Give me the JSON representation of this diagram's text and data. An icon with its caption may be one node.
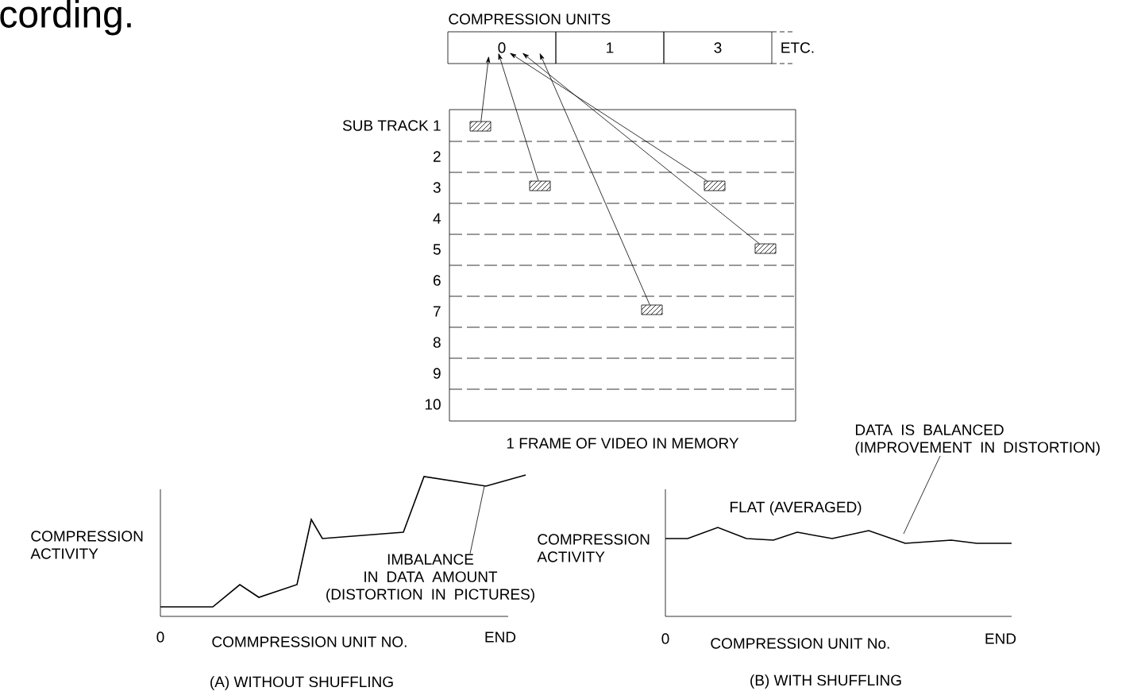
{
  "diagram": {
    "nodes": [
      {
        "text": [
          "0"
        ]
      },
      {
        "text": [
          "1"
        ]
      },
      {
        "text": [
          "3"
        ],
        "beside": [
          "ETC."
        ]
      },
      {
        "text": [],
        "shape": "box",
        "beside": [
          "1 FRAME OF VIDEO IN MEMORY"
        ]
      },
      {
        "text": [],
        "shape": "box",
        "in": 3
      },
      {
        "text": [],
        "shape": "box",
        "in": 3
      },
      {
        "text": [],
        "shape": "box",
        "in": 3
      },
      {
        "text": [],
        "shape": "box",
        "in": 3
      },
      {
        "text": [],
        "shape": "box",
        "in": 3
      },
      {
        "text": [
          "IMBALANCE IN DATA AMOUNT (DISTORTION IN PICTURES)"
        ]
      },
      {
        "text": [
          "DATA IS BALANCED (IMPROVEMENT IN DISTORTION)"
        ]
      }
    ],
    "edges": [
      {
        "from": 4,
        "to": 0,
        "arrow": "to"
      },
      {
        "from": 5,
        "to": 0,
        "arrow": "to"
      },
      {
        "from": 6,
        "to": 0,
        "arrow": "to"
      },
      {
        "from": 7,
        "to": 0,
        "arrow": "to"
      },
      {
        "from": 8,
        "to": 0,
        "arrow": "to"
      },
      {
        "from": 9,
        "to": null,
        "arrow": "none"
      },
      {
        "from": 10,
        "to": null,
        "arrow": "none"
      }
    ],
    "labels": [
      "cording.",
      "COMPRESSION UNITS",
      "SUB TRACK 1",
      "2",
      "3",
      "4",
      "5",
      "6",
      "7",
      "8",
      "9",
      "10",
      "COMPRESSION ACTIVITY",
      "0",
      "COMMPRESSION UNIT NO.",
      "END",
      "(A) WITHOUT SHUFFLING",
      "COMPRESSION ACTIVITY",
      "FLAT (AVERAGED)",
      "0",
      "COMPRESSION UNIT No.",
      "END",
      "(B) WITH SHUFFLING"
    ]
  }
}
